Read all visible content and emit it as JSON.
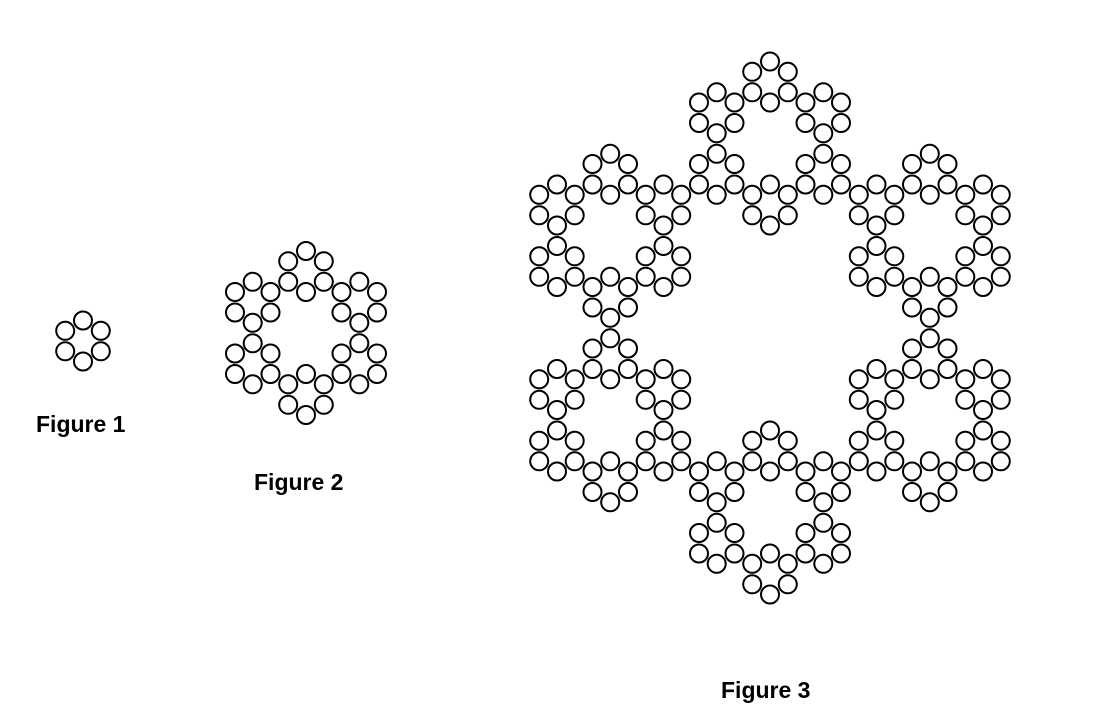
{
  "figures": [
    {
      "label": "Figure 1",
      "level": 1
    },
    {
      "label": "Figure 2",
      "level": 2
    },
    {
      "label": "Figure 3",
      "level": 3
    }
  ],
  "colors": {
    "stroke": "#000000",
    "fill": "#ffffff",
    "background": "#ffffff"
  }
}
